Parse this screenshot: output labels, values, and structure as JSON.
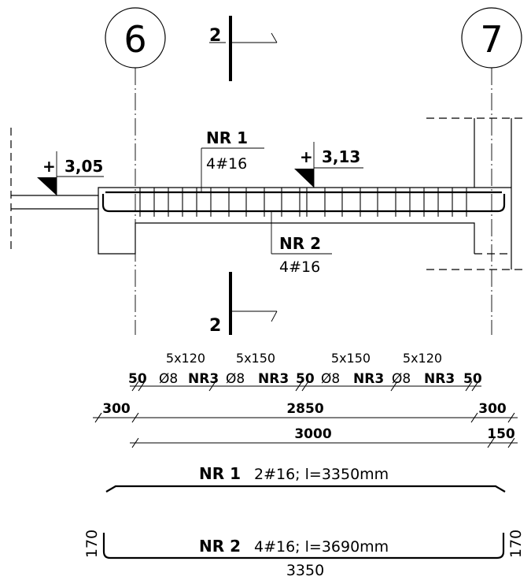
{
  "axes": {
    "left": "6",
    "right": "7"
  },
  "section": {
    "top_label": "2",
    "bottom_label": "2"
  },
  "levels": {
    "left": {
      "sign": "+",
      "value": "3,05"
    },
    "right": {
      "sign": "+",
      "value": "3,13"
    }
  },
  "callouts": {
    "nr1": {
      "name": "NR 1",
      "spec": "4#16"
    },
    "nr2": {
      "name": "NR 2",
      "spec": "4#16"
    }
  },
  "stirrups": {
    "groups": [
      {
        "spacing": "5x120",
        "dia": "Ø8",
        "mark": "NR3"
      },
      {
        "spacing": "5x150",
        "dia": "Ø8",
        "mark": "NR3"
      },
      {
        "spacing": "5x150",
        "dia": "Ø8",
        "mark": "NR3"
      },
      {
        "spacing": "5x120",
        "dia": "Ø8",
        "mark": "NR3"
      }
    ],
    "edge_offsets": [
      "50",
      "50",
      "50"
    ]
  },
  "dimensions": {
    "row1": [
      "300",
      "2850",
      "300"
    ],
    "row2": [
      "3000",
      "150"
    ]
  },
  "bars": {
    "nr1": {
      "name": "NR 1",
      "desc": "2#16; l=3350mm"
    },
    "nr2": {
      "name": "NR 2",
      "desc": "4#16; l=3690mm",
      "length": "3350",
      "hook_left": "170",
      "hook_right": "170"
    }
  }
}
